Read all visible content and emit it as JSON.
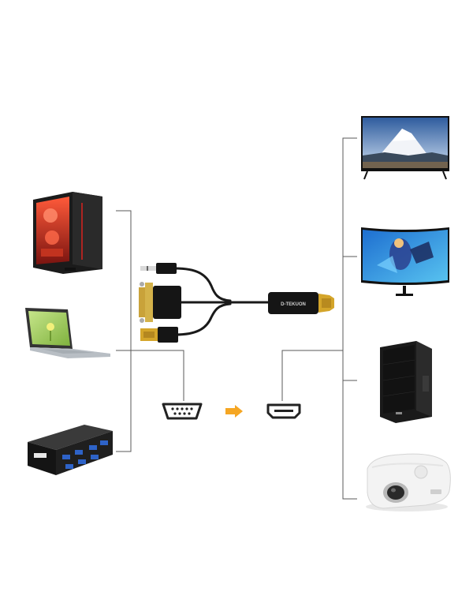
{
  "diagram": {
    "cable_brand": "D-TEKUON",
    "colors": {
      "line": "#5a5a5a",
      "arrow": "#f5a623",
      "cable": "#1a1a1a",
      "gold": "#d4a52a",
      "icon_stroke": "#222222"
    },
    "sources": [
      {
        "id": "desktop-pc",
        "icon": "desktop-tower-icon"
      },
      {
        "id": "laptop",
        "icon": "laptop-icon"
      },
      {
        "id": "vga-splitter",
        "icon": "vga-splitter-box-icon"
      }
    ],
    "outputs": [
      {
        "id": "flat-tv",
        "icon": "flat-tv-icon"
      },
      {
        "id": "curved-monitor",
        "icon": "curved-monitor-icon"
      },
      {
        "id": "speaker",
        "icon": "speaker-icon"
      },
      {
        "id": "projector",
        "icon": "projector-icon"
      }
    ],
    "flow": {
      "input_port": "vga-port-icon",
      "direction": "arrow-right-icon",
      "output_port": "hdmi-port-icon"
    }
  }
}
